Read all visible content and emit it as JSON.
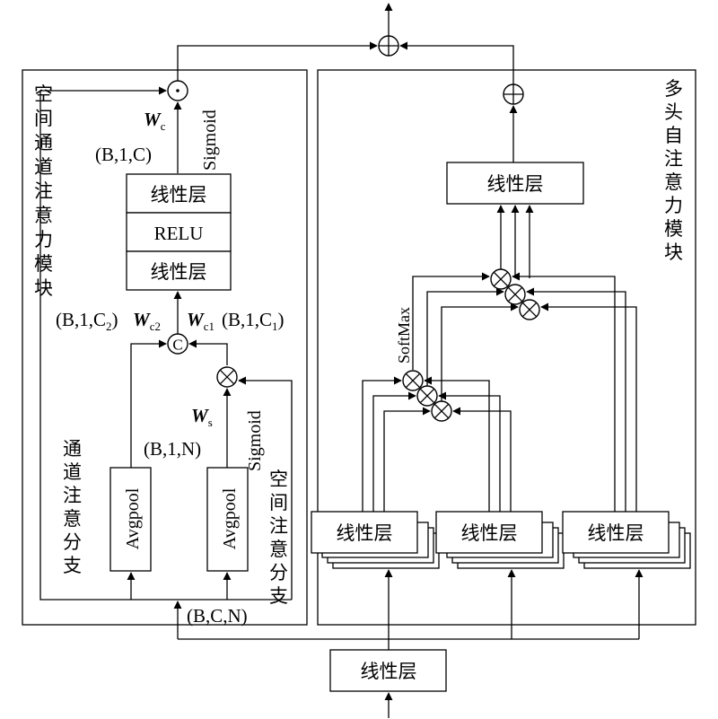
{
  "colors": {
    "stroke": "#000000",
    "background": "#ffffff"
  },
  "left_module": {
    "title": "空间通道注意力模块",
    "linear_top": "线性层",
    "relu": "RELU",
    "linear_bottom": "线性层",
    "sigmoid_top": "Sigmoid",
    "weight_c_main": "W",
    "weight_c_sub": "c",
    "shape_c": "(B,1,C)",
    "shape_c2": "(B,1,C",
    "shape_c2_sub": "2",
    "weight_c2_main": "W",
    "weight_c2_sub": "c2",
    "weight_c1_main": "W",
    "weight_c1_sub": "c1",
    "shape_c1": "(B,1,C",
    "shape_c1_sub": "1",
    "close_paren": ")",
    "concat_symbol": "C",
    "weight_s_main": "W",
    "weight_s_sub": "s",
    "shape_n": "(B,1,N)",
    "sigmoid_mid": "Sigmoid",
    "avgpool_left": "Avgpool",
    "avgpool_right": "Avgpool",
    "channel_branch": "通道注意分支",
    "spatial_branch": "空间注意分支",
    "input_shape": "(B,C,N)"
  },
  "right_module": {
    "title": "多头自注意力模块",
    "linear_out": "线性层",
    "softmax": "SoftMax",
    "linear_1": "线性层",
    "linear_2": "线性层",
    "linear_3": "线性层"
  },
  "input_linear": "线性层"
}
